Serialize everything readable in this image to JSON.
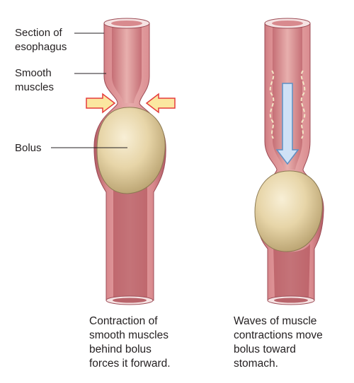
{
  "labels": {
    "section_line1": "Section of",
    "section_line2": "esophagus",
    "smooth_line1": "Smooth",
    "smooth_line2": "muscles",
    "bolus": "Bolus"
  },
  "captions": {
    "left": "Contraction of\nsmooth muscles\nbehind bolus\nforces it forward.",
    "right": "Waves of muscle\ncontractions move\nbolus toward\nstomach."
  },
  "colors": {
    "tube_wall": "#c9737a",
    "tube_lumen": "#e2a2a2",
    "tube_rim": "#f3dede",
    "bolus": "#e3cf9d",
    "arrow_pressure_fill": "#fbe7a0",
    "arrow_pressure_stroke": "#e53b3b",
    "arrow_flow": "#cfe1f6",
    "wave_lines": "#f4e7c6"
  },
  "icons": {
    "contraction_arrows": "inward-pointing-arrow-icon",
    "movement_arrow": "down-arrow-icon"
  }
}
